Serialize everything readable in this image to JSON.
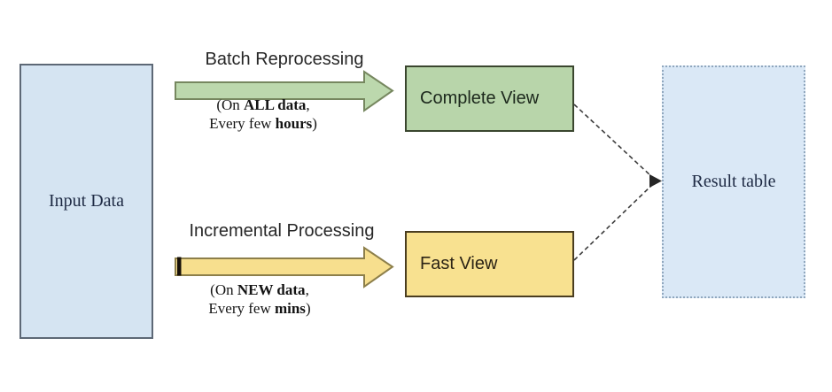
{
  "diagram": {
    "nodes": {
      "input": {
        "label": "Input Data"
      },
      "complete_view": {
        "label": "Complete View"
      },
      "fast_view": {
        "label": "Fast View"
      },
      "result": {
        "label": "Result table"
      }
    },
    "flows": {
      "batch": {
        "label": "Batch Reprocessing",
        "note_line1_pre": "(On ",
        "note_line1_bold": "ALL data",
        "note_line1_post": ",",
        "note_line2_pre": "Every few ",
        "note_line2_bold": "hours",
        "note_line2_post": ")"
      },
      "incremental": {
        "label": "Incremental Processing",
        "note_line1_pre": "(On ",
        "note_line1_bold": "NEW data",
        "note_line1_post": ",",
        "note_line2_pre": "Every few ",
        "note_line2_bold": "mins",
        "note_line2_post": ")"
      }
    },
    "colors": {
      "input_fill": "#d5e4f2",
      "input_border": "#5d6876",
      "complete_fill": "#b8d5aa",
      "complete_border": "#3a462e",
      "fast_fill": "#f8e190",
      "fast_border": "#4a3d20",
      "result_fill": "#dae8f6",
      "result_border": "#90a7be",
      "batch_arrow_fill": "#bcd8ad",
      "batch_arrow_border": "#76875f",
      "incremental_arrow_fill": "#f7df8e",
      "incremental_arrow_border": "#8d7f4a",
      "incremental_tail_bar": "#171008",
      "connector_line": "#3c3c3c",
      "connector_arrowhead": "#262626",
      "background": "#ffffff"
    }
  }
}
